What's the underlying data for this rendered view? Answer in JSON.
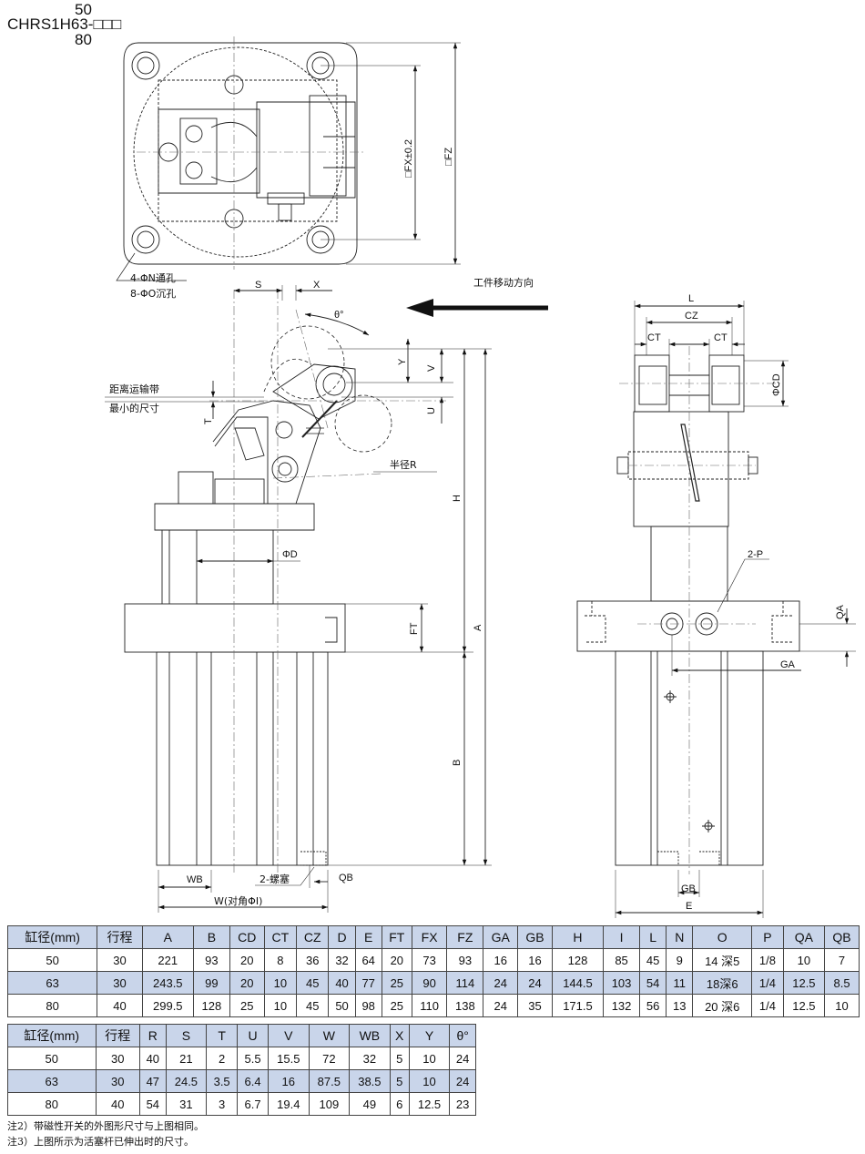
{
  "model": {
    "size_top": "50",
    "base": "CHRS1H63-□□□",
    "size_bottom": "80"
  },
  "labels": {
    "hole_note_1": "4-ΦN通孔",
    "hole_note_2": "8-ΦO沉孔",
    "fx": "□FX±0.2",
    "fz": "□FZ",
    "s": "S",
    "x": "X",
    "theta": "θ°",
    "workpiece_direction": "工件移动方向",
    "conveyor_1": "距离运输带",
    "conveyor_2": "最小的尺寸",
    "t": "T",
    "y": "Y",
    "v": "V",
    "u": "U",
    "radius_r": "半径R",
    "h": "H",
    "a": "A",
    "phi_d": "ΦD",
    "ft": "FT",
    "b": "B",
    "wb": "WB",
    "plug": "2-螺塞",
    "qb": "QB",
    "w": "W(对角ΦI)",
    "l": "L",
    "cz": "CZ",
    "ct_left": "CT",
    "ct_right": "CT",
    "phi_cd": "ΦCD",
    "p": "2-P",
    "qa": "QA",
    "ga": "GA",
    "gb": "GB",
    "e": "E"
  },
  "table1": {
    "headers": [
      "缸径(mm)",
      "行程",
      "A",
      "B",
      "CD",
      "CT",
      "CZ",
      "D",
      "E",
      "FT",
      "FX",
      "FZ",
      "GA",
      "GB",
      "H",
      "I",
      "L",
      "N",
      "O",
      "P",
      "QA",
      "QB"
    ],
    "rows": [
      [
        "50",
        "30",
        "221",
        "93",
        "20",
        "8",
        "36",
        "32",
        "64",
        "20",
        "73",
        "93",
        "16",
        "16",
        "128",
        "85",
        "45",
        "9",
        "14 深5",
        "1/8",
        "10",
        "7"
      ],
      [
        "63",
        "30",
        "243.5",
        "99",
        "20",
        "10",
        "45",
        "40",
        "77",
        "25",
        "90",
        "114",
        "24",
        "24",
        "144.5",
        "103",
        "54",
        "11",
        "18深6",
        "1/4",
        "12.5",
        "8.5"
      ],
      [
        "80",
        "40",
        "299.5",
        "128",
        "25",
        "10",
        "45",
        "50",
        "98",
        "25",
        "110",
        "138",
        "24",
        "35",
        "171.5",
        "132",
        "56",
        "13",
        "20 深6",
        "1/4",
        "12.5",
        "10"
      ]
    ]
  },
  "table2": {
    "headers": [
      "缸径(mm)",
      "行程",
      "R",
      "S",
      "T",
      "U",
      "V",
      "W",
      "WB",
      "X",
      "Y",
      "θ°"
    ],
    "rows": [
      [
        "50",
        "30",
        "40",
        "21",
        "2",
        "5.5",
        "15.5",
        "72",
        "32",
        "5",
        "10",
        "24"
      ],
      [
        "63",
        "30",
        "47",
        "24.5",
        "3.5",
        "6.4",
        "16",
        "87.5",
        "38.5",
        "5",
        "10",
        "24"
      ],
      [
        "80",
        "40",
        "54",
        "31",
        "3",
        "6.7",
        "19.4",
        "109",
        "49",
        "6",
        "12.5",
        "23"
      ]
    ]
  },
  "notes": [
    "注2）带磁性开关的外图形尺寸与上图相同。",
    "注3）上图所示为活塞杆已伸出时的尺寸。"
  ]
}
